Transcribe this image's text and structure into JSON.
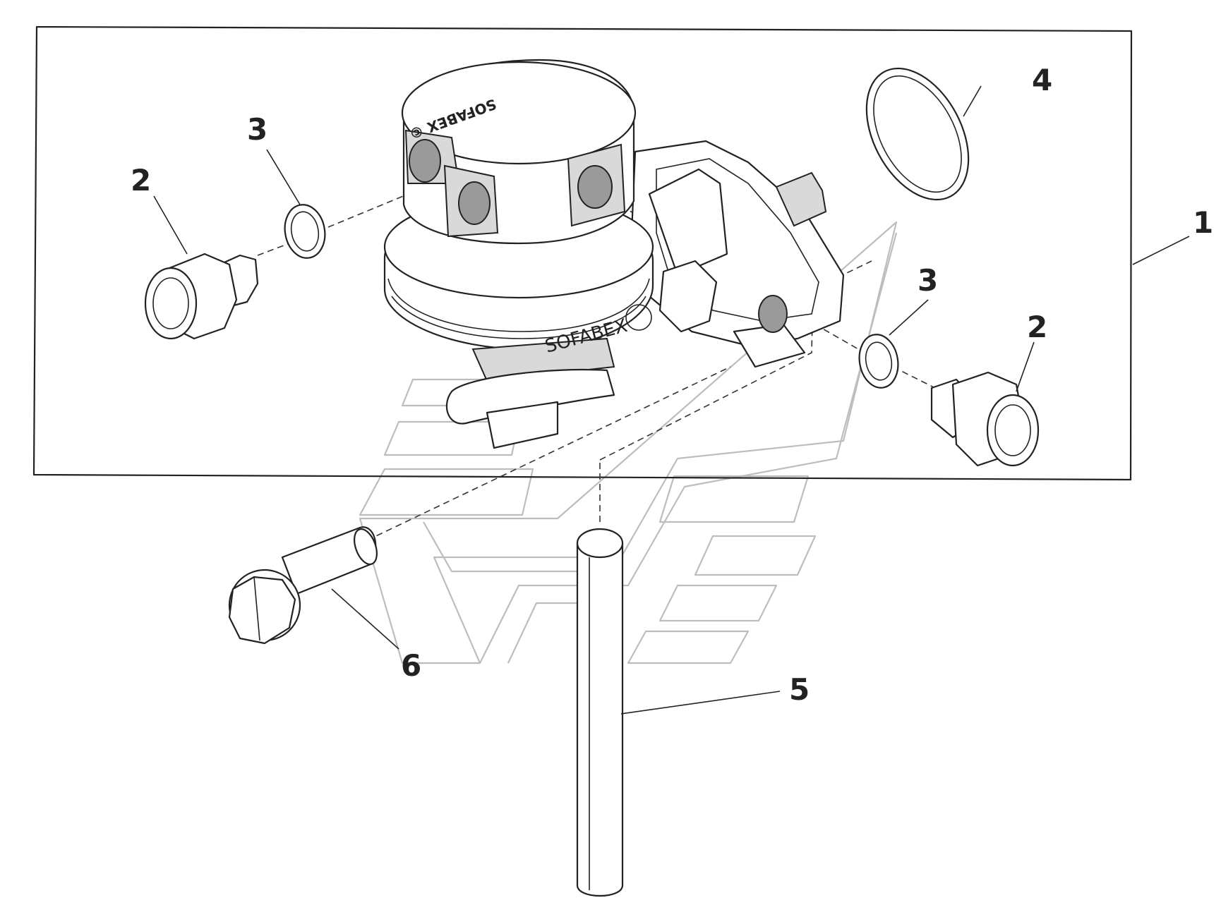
{
  "diagram": {
    "callouts": [
      {
        "id": "1",
        "label": "1"
      },
      {
        "id": "2a",
        "label": "2"
      },
      {
        "id": "2b",
        "label": "2"
      },
      {
        "id": "3a",
        "label": "3"
      },
      {
        "id": "3b",
        "label": "3"
      },
      {
        "id": "4",
        "label": "4"
      },
      {
        "id": "5",
        "label": "5"
      },
      {
        "id": "6",
        "label": "6"
      }
    ],
    "embossed_text": {
      "housing_side": "SOFABEX",
      "cover_top": "SOFABEX ©"
    }
  }
}
